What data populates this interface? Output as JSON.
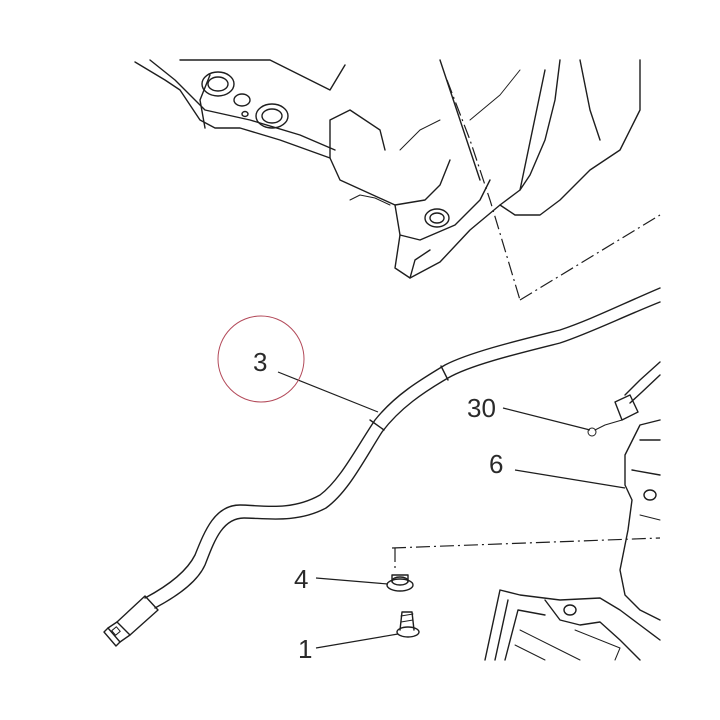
{
  "callouts": {
    "c3": "3",
    "c30": "30",
    "c6": "6",
    "c4": "4",
    "c1": "1"
  },
  "colors": {
    "line": "#1e1e1e",
    "highlight_circle": "#b34a5a",
    "background": "#ffffff"
  }
}
